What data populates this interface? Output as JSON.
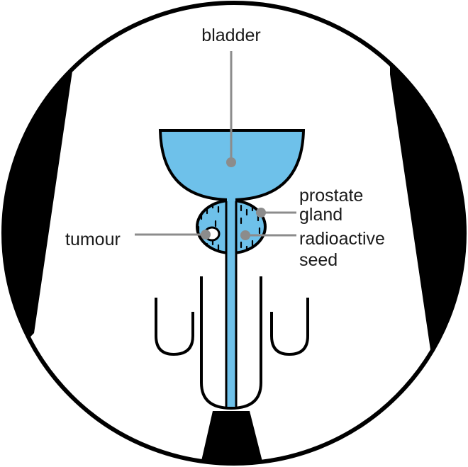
{
  "labels": {
    "bladder": "bladder",
    "prostate_line1": "prostate",
    "prostate_line2": "gland",
    "tumour": "tumour",
    "seed_line1": "radioactive",
    "seed_line2": "seed"
  },
  "colors": {
    "fluid": "#6ec1ea",
    "outline": "#000000",
    "leader": "#8c8c8c",
    "background": "#ffffff",
    "text": "#1a1a1a"
  }
}
